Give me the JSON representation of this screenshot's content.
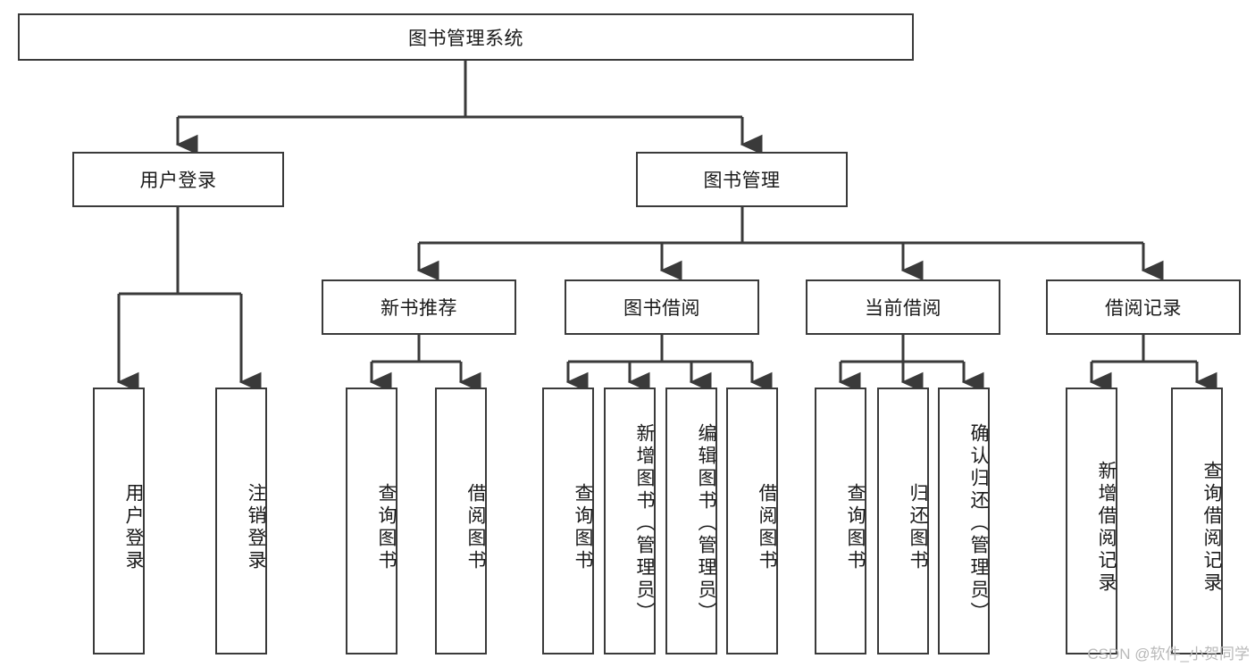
{
  "diagram": {
    "type": "tree-hierarchy",
    "title": "图书管理系统",
    "watermark": "CSDN @软件_小贺同学",
    "colors": {
      "box_border": "#3a3a3a",
      "box_fill": "#ffffff",
      "edge": "#3a3a3a",
      "text": "#1a1a1a",
      "watermark": "#b9b9b9",
      "background": "#ffffff"
    },
    "root": {
      "label": "图书管理系统"
    },
    "level1": [
      {
        "label": "用户登录"
      },
      {
        "label": "图书管理"
      }
    ],
    "level2": [
      {
        "label": "新书推荐"
      },
      {
        "label": "图书借阅"
      },
      {
        "label": "当前借阅"
      },
      {
        "label": "借阅记录"
      }
    ],
    "leaves": {
      "user_login": [
        {
          "label": "用户登录"
        },
        {
          "label": "注销登录"
        }
      ],
      "new_book_recommend": [
        {
          "label": "查询图书"
        },
        {
          "label": "借阅图书"
        }
      ],
      "book_borrow": [
        {
          "label": "查询图书"
        },
        {
          "label": "新增图书（管理员）"
        },
        {
          "label": "编辑图书（管理员）"
        },
        {
          "label": "借阅图书"
        }
      ],
      "current_borrow": [
        {
          "label": "查询图书"
        },
        {
          "label": "归还图书"
        },
        {
          "label": "确认归还（管理员）"
        }
      ],
      "borrow_record": [
        {
          "label": "新增借阅记录"
        },
        {
          "label": "查询借阅记录"
        }
      ]
    }
  }
}
